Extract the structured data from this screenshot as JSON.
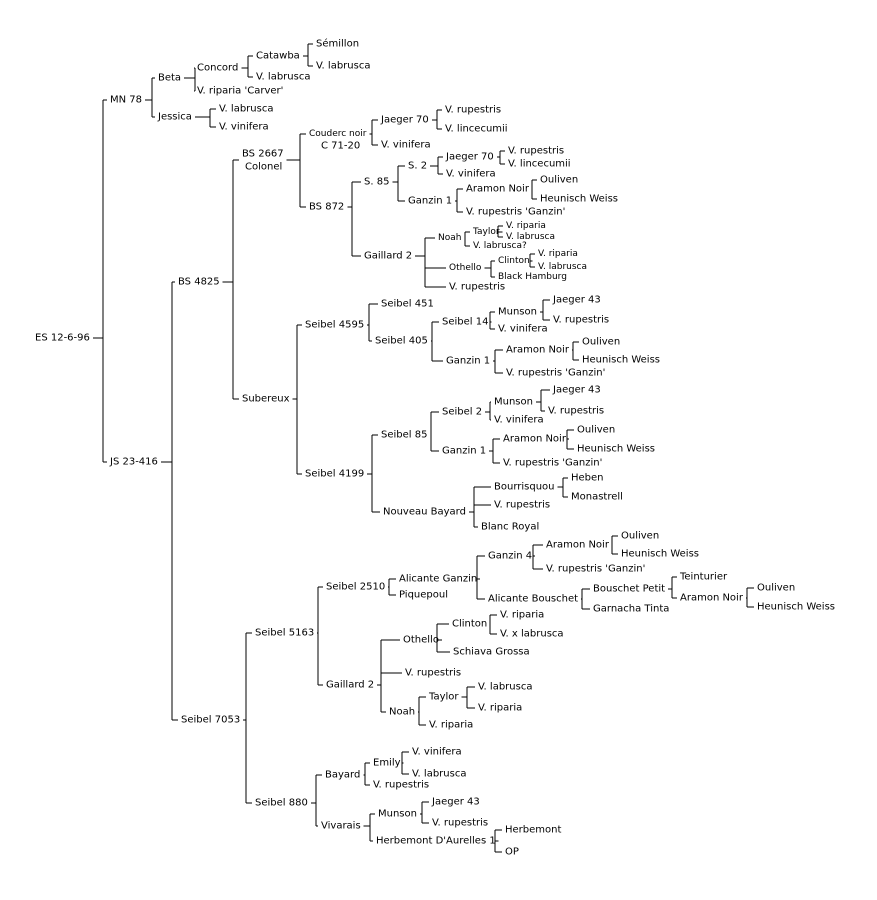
{
  "root": {
    "label": "ES 12-6-96",
    "children": [
      {
        "label": "MN 78",
        "children": [
          {
            "label": "Beta",
            "children": [
              {
                "label": "Concord",
                "children": [
                  {
                    "label": "Catawba",
                    "children": [
                      {
                        "label": "Sémillon"
                      },
                      {
                        "label": "V. labrusca"
                      }
                    ]
                  },
                  {
                    "label": "V. labrusca"
                  }
                ]
              },
              {
                "label": "V. riparia 'Carver'"
              }
            ]
          },
          {
            "label": "Jessica",
            "children": [
              {
                "label": "V. labrusca"
              },
              {
                "label": "V. vinifera"
              }
            ]
          }
        ]
      },
      {
        "label": "JS 23-416",
        "children": [
          {
            "label": "BS 4825",
            "children": [
              {
                "label": "BS 2667 Colonel",
                "children": [
                  {
                    "label": "Couderc noir C 71-20",
                    "children": [
                      {
                        "label": "Jaeger 70",
                        "children": [
                          {
                            "label": "V. rupestris"
                          },
                          {
                            "label": "V. lincecumii"
                          }
                        ]
                      },
                      {
                        "label": "V. vinifera"
                      }
                    ]
                  },
                  {
                    "label": "BS 872",
                    "children": [
                      {
                        "label": "S. 85",
                        "children": [
                          {
                            "label": "S. 2",
                            "children": [
                              {
                                "label": "Jaeger 70",
                                "children": [
                                  {
                                    "label": "V. rupestris"
                                  },
                                  {
                                    "label": "V. lincecumii"
                                  }
                                ]
                              },
                              {
                                "label": "V. vinifera"
                              }
                            ]
                          },
                          {
                            "label": "Ganzin 1",
                            "children": [
                              {
                                "label": "Aramon Noir",
                                "children": [
                                  {
                                    "label": "Ouliven"
                                  },
                                  {
                                    "label": "Heunisch Weiss"
                                  }
                                ]
                              },
                              {
                                "label": "V. rupestris 'Ganzin'"
                              }
                            ]
                          }
                        ]
                      },
                      {
                        "label": "Gaillard 2",
                        "children": [
                          {
                            "label": "Noah",
                            "children": [
                              {
                                "label": "Taylor",
                                "children": [
                                  {
                                    "label": "V. riparia"
                                  },
                                  {
                                    "label": "V. labrusca"
                                  }
                                ]
                              },
                              {
                                "label": "V. labrusca?"
                              }
                            ]
                          },
                          {
                            "label": "Othello",
                            "children": [
                              {
                                "label": "Clinton",
                                "children": [
                                  {
                                    "label": "V. riparia"
                                  },
                                  {
                                    "label": "V. labrusca"
                                  }
                                ]
                              },
                              {
                                "label": "Black Hamburg"
                              }
                            ]
                          },
                          {
                            "label": "V. rupestris"
                          }
                        ]
                      }
                    ]
                  }
                ]
              },
              {
                "label": "Subereux",
                "children": [
                  {
                    "label": "Seibel 4595",
                    "children": [
                      {
                        "label": "Seibel 451"
                      },
                      {
                        "label": "Seibel 405",
                        "children": [
                          {
                            "label": "Seibel 14",
                            "children": [
                              {
                                "label": "Munson",
                                "children": [
                                  {
                                    "label": "Jaeger 43"
                                  },
                                  {
                                    "label": "V. rupestris"
                                  }
                                ]
                              },
                              {
                                "label": "V. vinifera"
                              }
                            ]
                          },
                          {
                            "label": "Ganzin 1",
                            "children": [
                              {
                                "label": "Aramon Noir",
                                "children": [
                                  {
                                    "label": "Ouliven"
                                  },
                                  {
                                    "label": "Heunisch Weiss"
                                  }
                                ]
                              },
                              {
                                "label": "V. rupestris 'Ganzin'"
                              }
                            ]
                          }
                        ]
                      }
                    ]
                  },
                  {
                    "label": "Seibel 4199",
                    "children": [
                      {
                        "label": "Seibel 85",
                        "children": [
                          {
                            "label": "Seibel 2",
                            "children": [
                              {
                                "label": "Munson",
                                "children": [
                                  {
                                    "label": "Jaeger 43"
                                  },
                                  {
                                    "label": "V. rupestris"
                                  }
                                ]
                              },
                              {
                                "label": "V. vinifera"
                              }
                            ]
                          },
                          {
                            "label": "Ganzin 1",
                            "children": [
                              {
                                "label": "Aramon Noir",
                                "children": [
                                  {
                                    "label": "Ouliven"
                                  },
                                  {
                                    "label": "Heunisch Weiss"
                                  }
                                ]
                              },
                              {
                                "label": "V. rupestris 'Ganzin'"
                              }
                            ]
                          }
                        ]
                      },
                      {
                        "label": "Nouveau Bayard",
                        "children": [
                          {
                            "label": "Bourrisquou",
                            "children": [
                              {
                                "label": "Heben"
                              },
                              {
                                "label": "Monastrell"
                              }
                            ]
                          },
                          {
                            "label": "V. rupestris"
                          },
                          {
                            "label": "Blanc Royal"
                          }
                        ]
                      }
                    ]
                  }
                ]
              }
            ]
          },
          {
            "label": "Seibel 7053",
            "children": [
              {
                "label": "Seibel 5163",
                "children": [
                  {
                    "label": "Seibel 2510",
                    "children": [
                      {
                        "label": "Alicante Ganzin",
                        "children": [
                          {
                            "label": "Ganzin 4",
                            "children": [
                              {
                                "label": "Aramon Noir",
                                "children": [
                                  {
                                    "label": "Ouliven"
                                  },
                                  {
                                    "label": "Heunisch Weiss"
                                  }
                                ]
                              },
                              {
                                "label": "V. rupestris 'Ganzin'"
                              }
                            ]
                          },
                          {
                            "label": "Alicante Bouschet",
                            "children": [
                              {
                                "label": "Bouschet Petit",
                                "children": [
                                  {
                                    "label": "Teinturier"
                                  },
                                  {
                                    "label": "Aramon Noir",
                                    "children": [
                                      {
                                        "label": "Ouliven"
                                      },
                                      {
                                        "label": "Heunisch Weiss"
                                      }
                                    ]
                                  }
                                ]
                              },
                              {
                                "label": "Garnacha Tinta"
                              }
                            ]
                          }
                        ]
                      },
                      {
                        "label": "Piquepoul"
                      }
                    ]
                  },
                  {
                    "label": "Gaillard 2",
                    "children": [
                      {
                        "label": "Othello",
                        "children": [
                          {
                            "label": "Clinton",
                            "children": [
                              {
                                "label": "V. riparia"
                              },
                              {
                                "label": "V. x labrusca"
                              }
                            ]
                          },
                          {
                            "label": "Schiava Grossa"
                          }
                        ]
                      },
                      {
                        "label": "V. rupestris"
                      },
                      {
                        "label": "Noah",
                        "children": [
                          {
                            "label": "Taylor",
                            "children": [
                              {
                                "label": "V. labrusca"
                              },
                              {
                                "label": "V. riparia"
                              }
                            ]
                          },
                          {
                            "label": "V. riparia"
                          }
                        ]
                      }
                    ]
                  }
                ]
              },
              {
                "label": "Seibel 880",
                "children": [
                  {
                    "label": "Bayard",
                    "children": [
                      {
                        "label": "Emily",
                        "children": [
                          {
                            "label": "V. vinifera"
                          },
                          {
                            "label": "V. labrusca"
                          }
                        ]
                      },
                      {
                        "label": "V. rupestris"
                      }
                    ]
                  },
                  {
                    "label": "Vivarais",
                    "children": [
                      {
                        "label": "Munson",
                        "children": [
                          {
                            "label": "Jaeger 43"
                          },
                          {
                            "label": "V. rupestris"
                          }
                        ]
                      },
                      {
                        "label": "Herbemont D'Aurelles 1",
                        "children": [
                          {
                            "label": "Herbemont"
                          },
                          {
                            "label": "OP"
                          }
                        ]
                      }
                    ]
                  }
                ]
              }
            ]
          }
        ]
      }
    ]
  }
}
